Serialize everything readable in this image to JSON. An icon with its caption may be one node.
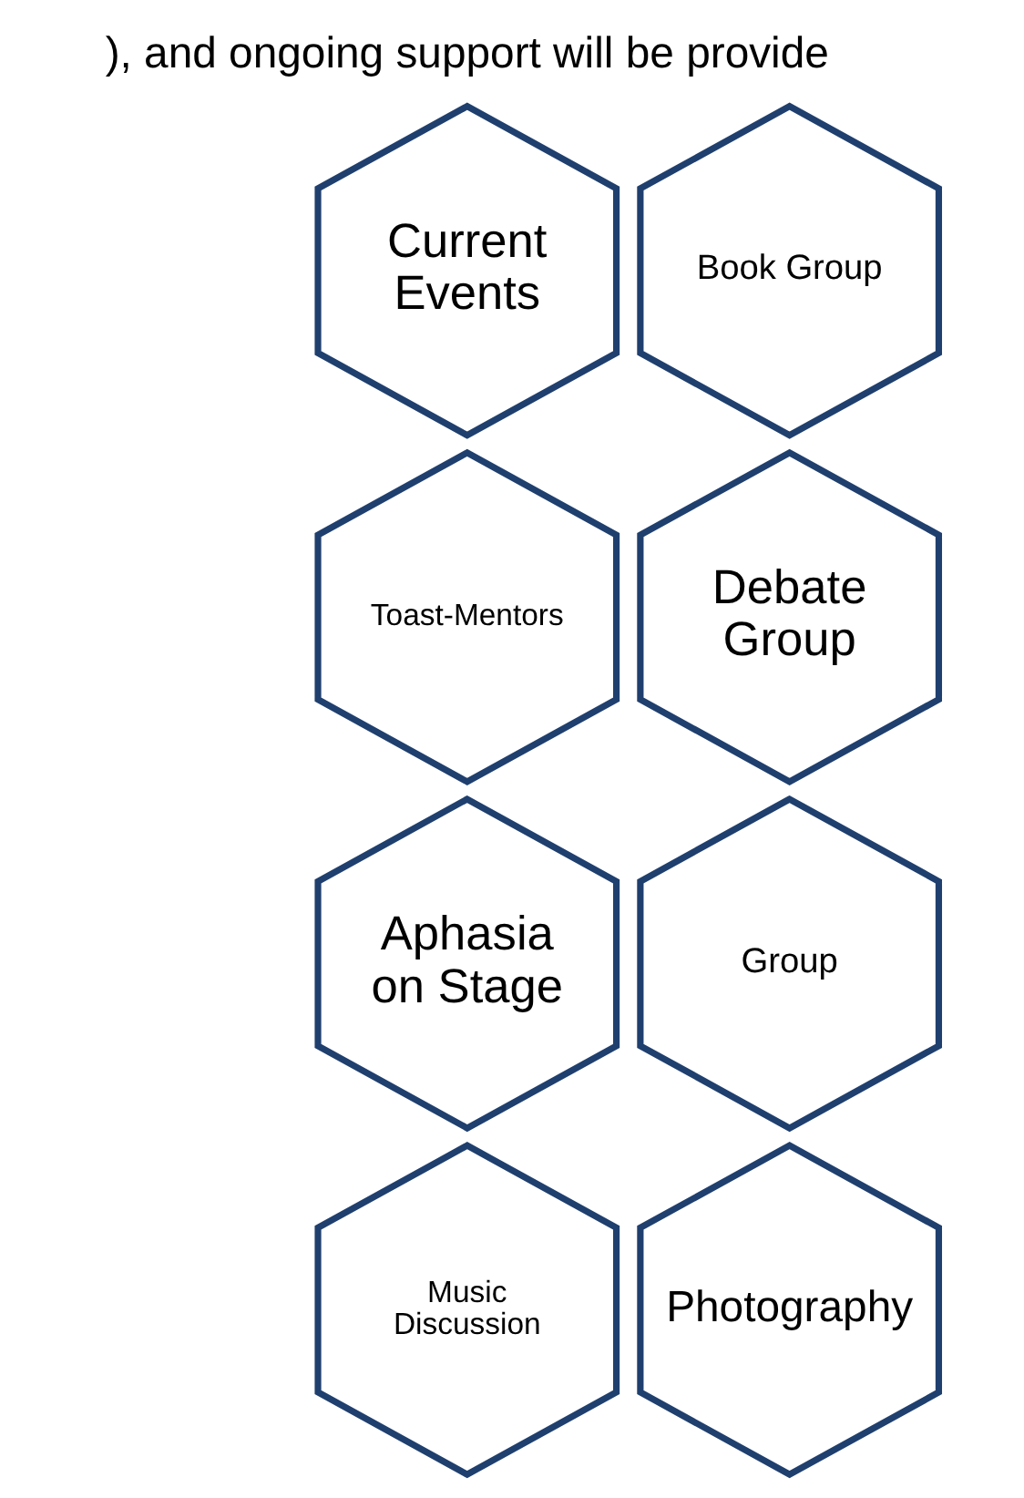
{
  "diagram": {
    "nodes": [
      {
        "text": [
          "Current Events"
        ]
      },
      {
        "text": [
          "Book Group"
        ]
      },
      {
        "text": [
          "Toast-Mentors"
        ]
      },
      {
        "text": [
          "Debate Group"
        ]
      },
      {
        "text": [
          "Aphasia on Stage"
        ]
      },
      {
        "text": [
          "Group"
        ]
      },
      {
        "text": [
          "Music Discussion"
        ]
      },
      {
        "text": [
          "Photography"
        ]
      }
    ],
    "edges": [],
    "labels": [
      "), and ongoing support will be provide"
    ]
  }
}
